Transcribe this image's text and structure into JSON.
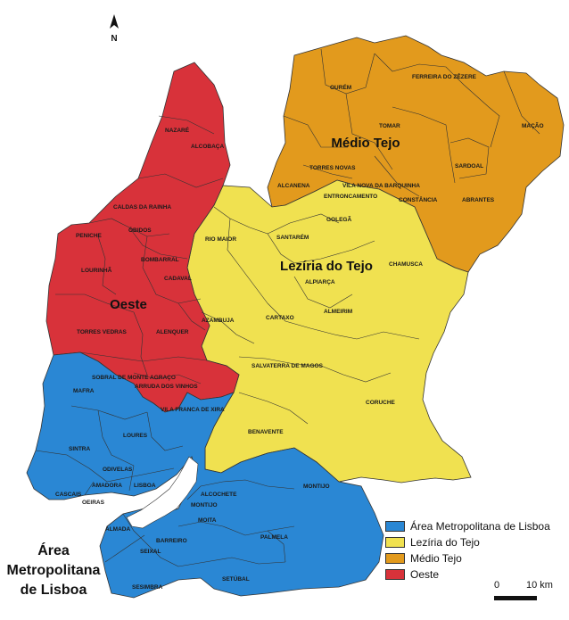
{
  "north_label": "N",
  "colors": {
    "aml": "#2a87d4",
    "lezi": "#f0e150",
    "medio": "#e29a1d",
    "oeste": "#d8323a",
    "border": "#333333"
  },
  "regions": {
    "medio": "Médio Tejo",
    "lezi": "Lezíria do Tejo",
    "oeste": "Oeste",
    "aml_line1": "Área",
    "aml_line2": "Metropolitana",
    "aml_line3": "de Lisboa"
  },
  "municipalities": {
    "ourem": "OURÉM",
    "ferreira": "FERREIRA DO ZÊZERE",
    "tomar": "TOMAR",
    "macao": "MAÇÃO",
    "sardoal": "SARDOAL",
    "torres_novas": "TORRES NOVAS",
    "alcanena": "ALCANENA",
    "vila_nova": "VILA NOVA DA BARQUINHA",
    "entroncamento": "ENTRONCAMENTO",
    "constancia": "CONSTÂNCIA",
    "abrantes": "ABRANTES",
    "golega": "GOLEGÃ",
    "nazare": "NAZARÉ",
    "alcobaca": "ALCOBAÇA",
    "caldas": "CALDAS DA RAINHA",
    "peniche": "PENICHE",
    "obidos": "ÓBIDOS",
    "bombarral": "BOMBARRAL",
    "lourinha": "LOURINHÃ",
    "cadaval": "CADAVAL",
    "torres_vedras": "TORRES VEDRAS",
    "alenquer": "ALENQUER",
    "sobral": "SOBRAL DE MONTE AGRAÇO",
    "arruda": "ARRUDA DOS VINHOS",
    "rio_maior": "RIO MAIOR",
    "santarem": "SANTARÉM",
    "chamusca": "CHAMUSCA",
    "alpiarca": "ALPIARÇA",
    "almeirim": "ALMEIRIM",
    "azambuja": "AZAMBUJA",
    "cartaxo": "CARTAXO",
    "salvaterra": "SALVATERRA DE MAGOS",
    "coruche": "CORUCHE",
    "benavente": "BENAVENTE",
    "mafra": "MAFRA",
    "vila_franca": "VILA FRANCA DE XIRA",
    "loures": "LOURES",
    "sintra": "SINTRA",
    "odivelas": "ODIVELAS",
    "amadora": "AMADORA",
    "lisboa": "LISBOA",
    "cascais": "CASCAIS",
    "oeiras": "OEIRAS",
    "alcochete": "ALCOCHETE",
    "montijo": "MONTIJO",
    "montijo2": "MONTIJO",
    "moita": "MOITA",
    "almada": "ALMADA",
    "barreiro": "BARREIRO",
    "seixal": "SEIXAL",
    "palmela": "PALMELA",
    "sesimbra": "SESIMBRA",
    "setubal": "SETÚBAL"
  },
  "legend": {
    "items": [
      {
        "label": "Área Metropolitana de Lisboa",
        "color": "#2a87d4"
      },
      {
        "label": "Lezíria do Tejo",
        "color": "#f0e150"
      },
      {
        "label": "Médio Tejo",
        "color": "#e29a1d"
      },
      {
        "label": "Oeste",
        "color": "#d8323a"
      }
    ]
  },
  "scale": {
    "start": "0",
    "end": "10 km"
  }
}
